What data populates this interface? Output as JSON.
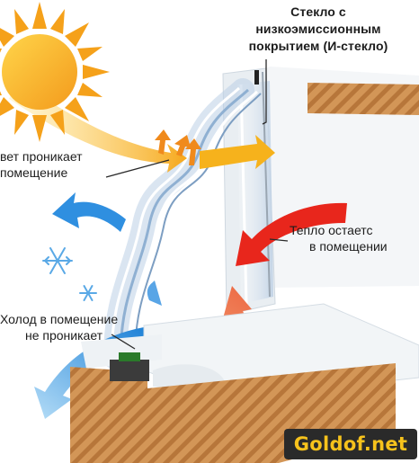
{
  "labels": {
    "glass": [
      "Стекло с",
      "низкоэмиссионным",
      "покрытием (И-стекло)"
    ],
    "light": [
      "вет проникает",
      "помещение"
    ],
    "heat": [
      "Тепло остаетс",
      "в помещении"
    ],
    "cold": [
      "Холод в помещение",
      "не проникает"
    ]
  },
  "watermark": "Goldof.net",
  "colors": {
    "sun": "#f7b41a",
    "light_arrow": "#f6a81c",
    "heat_arrow": "#e8261c",
    "cold_arrow": "#2e9be8",
    "snowflake": "#5aa9e6",
    "brick": "#c98a47",
    "frame": "#eef2f5",
    "glass": "#c9d6e6"
  },
  "icons": [
    "sun-icon",
    "snowflake-icon",
    "snowflake-icon"
  ]
}
